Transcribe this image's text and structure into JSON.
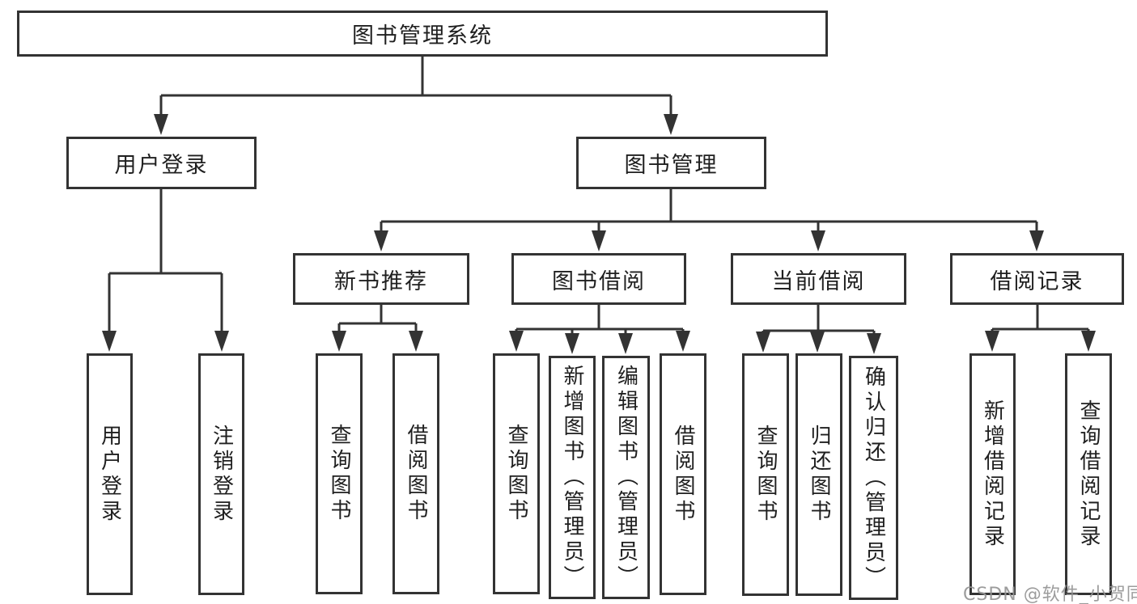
{
  "colors": {
    "line": "#333333",
    "node_border": "#333333",
    "node_text": "#1f1f1f",
    "background": "#ffffff",
    "watermark": "#949494"
  },
  "nodes": {
    "root": {
      "label": "图书管理系统"
    },
    "user_login": {
      "label": "用户登录"
    },
    "book_mgmt": {
      "label": "图书管理"
    },
    "new_book_rec": {
      "label": "新书推荐"
    },
    "book_borrow": {
      "label": "图书借阅"
    },
    "current_borrow": {
      "label": "当前借阅"
    },
    "borrow_record": {
      "label": "借阅记录"
    },
    "leaf_user_login": {
      "label": "用户登录"
    },
    "leaf_logout": {
      "label": "注销登录"
    },
    "leaf_query_book_1": {
      "label": "查询图书"
    },
    "leaf_borrow_book_1": {
      "label": "借阅图书"
    },
    "leaf_query_book_2": {
      "label": "查询图书"
    },
    "leaf_add_book": {
      "label": "新增图书（管理员）"
    },
    "leaf_edit_book": {
      "label": "编辑图书（管理员）"
    },
    "leaf_borrow_book_2": {
      "label": "借阅图书"
    },
    "leaf_query_book_3": {
      "label": "查询图书"
    },
    "leaf_return_book": {
      "label": "归还图书"
    },
    "leaf_confirm_return": {
      "label": "确认归还（管理员）"
    },
    "leaf_add_record": {
      "label": "新增借阅记录"
    },
    "leaf_query_record": {
      "label": "查询借阅记录"
    }
  },
  "hierarchy": {
    "图书管理系统": {
      "用户登录": [
        "用户登录",
        "注销登录"
      ],
      "图书管理": {
        "新书推荐": [
          "查询图书",
          "借阅图书"
        ],
        "图书借阅": [
          "查询图书",
          "新增图书（管理员）",
          "编辑图书（管理员）",
          "借阅图书"
        ],
        "当前借阅": [
          "查询图书",
          "归还图书",
          "确认归还（管理员）"
        ],
        "借阅记录": [
          "新增借阅记录",
          "查询借阅记录"
        ]
      }
    }
  },
  "watermark": {
    "text": "CSDN @软件_小贺同学"
  }
}
